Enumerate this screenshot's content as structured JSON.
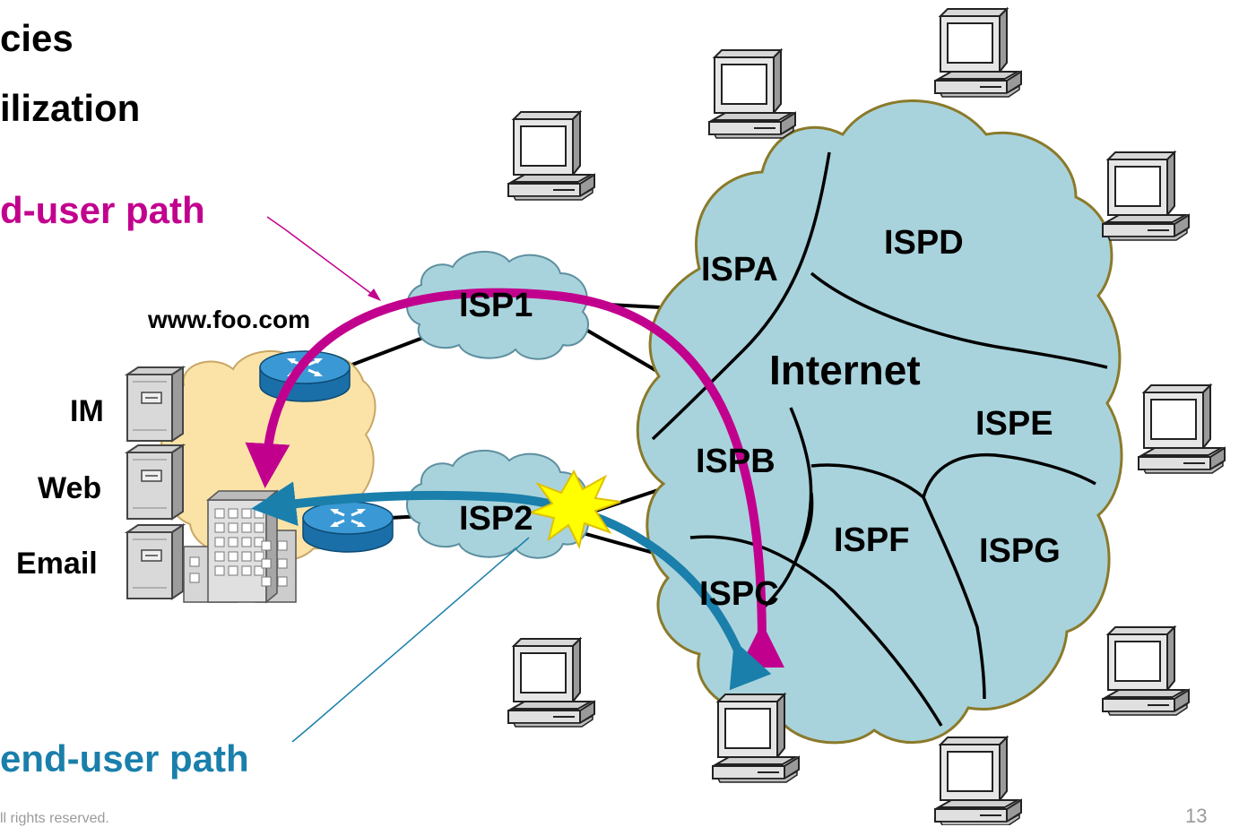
{
  "slide": {
    "heading_lines": [
      "cies",
      "ilization"
    ],
    "path_top_label": "d-user path",
    "path_bottom_label": "end-user path",
    "footer_text": "ll rights reserved.",
    "page_number": "13"
  },
  "colors": {
    "path_top": "#c2008e",
    "path_bottom": "#1a7fab",
    "cloud_internet": "#a9d3dc",
    "cloud_enterprise": "#fbe3a8",
    "router": "#2a86c0",
    "burst": "#ffff00"
  },
  "enterprise": {
    "site_label": "www.foo.com",
    "servers": [
      "IM",
      "Web",
      "Email"
    ]
  },
  "isp_clouds": [
    "ISP1",
    "ISP2"
  ],
  "internet": {
    "title": "Internet",
    "regions": [
      "ISPA",
      "ISPB",
      "ISPC",
      "ISPD",
      "ISPE",
      "ISPF",
      "ISPG"
    ]
  },
  "icons": [
    "router-icon",
    "server-icon",
    "office-building-icon",
    "desktop-computer-icon",
    "failure-burst-icon"
  ]
}
